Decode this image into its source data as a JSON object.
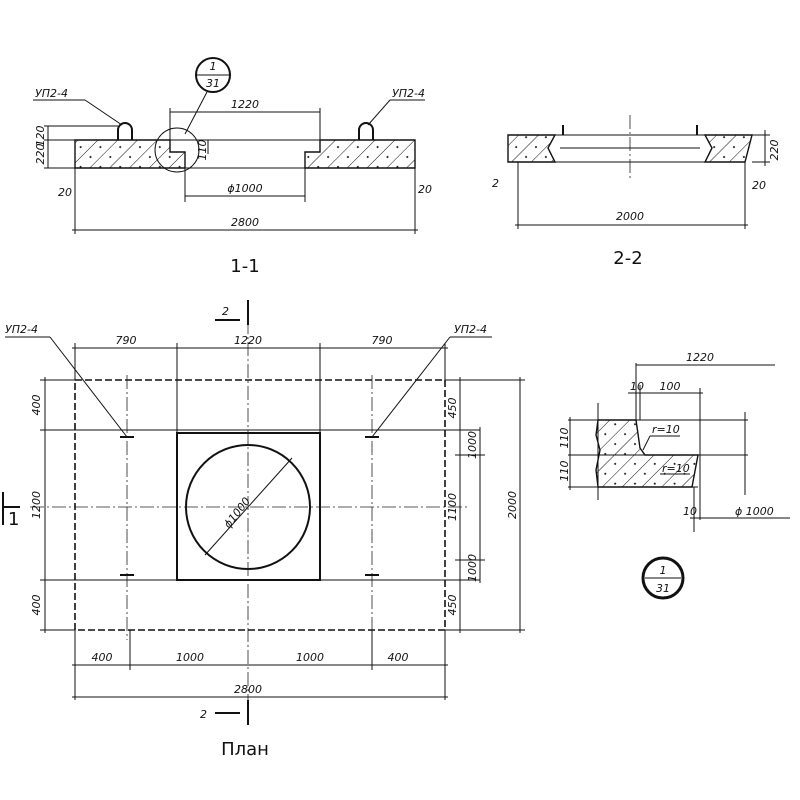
{
  "section_1_1": {
    "title": "1-1",
    "loop_label_left": "УП2-4",
    "loop_label_right": "УП2-4",
    "dim_opening_top": "1220",
    "dim_diameter": "ϕ1000",
    "dim_total": "2800",
    "dim_loop_height": "120",
    "dim_slab_thickness": "220",
    "dim_rebate": "110",
    "dim_edge_left": "20",
    "dim_edge_right": "20",
    "callout_top": "1",
    "callout_bottom": "31"
  },
  "section_2_2": {
    "title": "2-2",
    "dim_total": "2000",
    "dim_thickness": "220",
    "dim_edge_left": "2",
    "dim_edge_right": "20"
  },
  "plan": {
    "title": "План",
    "loop_label_left": "УП2-4",
    "loop_label_right": "УП2-4",
    "section_mark_2": "2",
    "section_mark_1": "1",
    "dims_top": [
      "790",
      "1220",
      "790"
    ],
    "dims_bottom": [
      "400",
      "1000",
      "1000",
      "400"
    ],
    "dim_total_width": "2800",
    "dims_left": [
      "400",
      "1200",
      "400"
    ],
    "dims_right": [
      "450",
      "1000",
      "1100",
      "1000",
      "450"
    ],
    "dim_total_height": "2000",
    "dim_diameter": "ϕ1000"
  },
  "detail": {
    "dim_1220": "1220",
    "dim_10_top": "10",
    "dim_100": "100",
    "dim_110_upper": "110",
    "dim_110_lower": "110",
    "radius_upper": "r=10",
    "radius_lower": "r=10",
    "dim_10_bottom": "10",
    "dim_diameter": "ϕ 1000",
    "callout_top": "1",
    "callout_bottom": "31"
  }
}
